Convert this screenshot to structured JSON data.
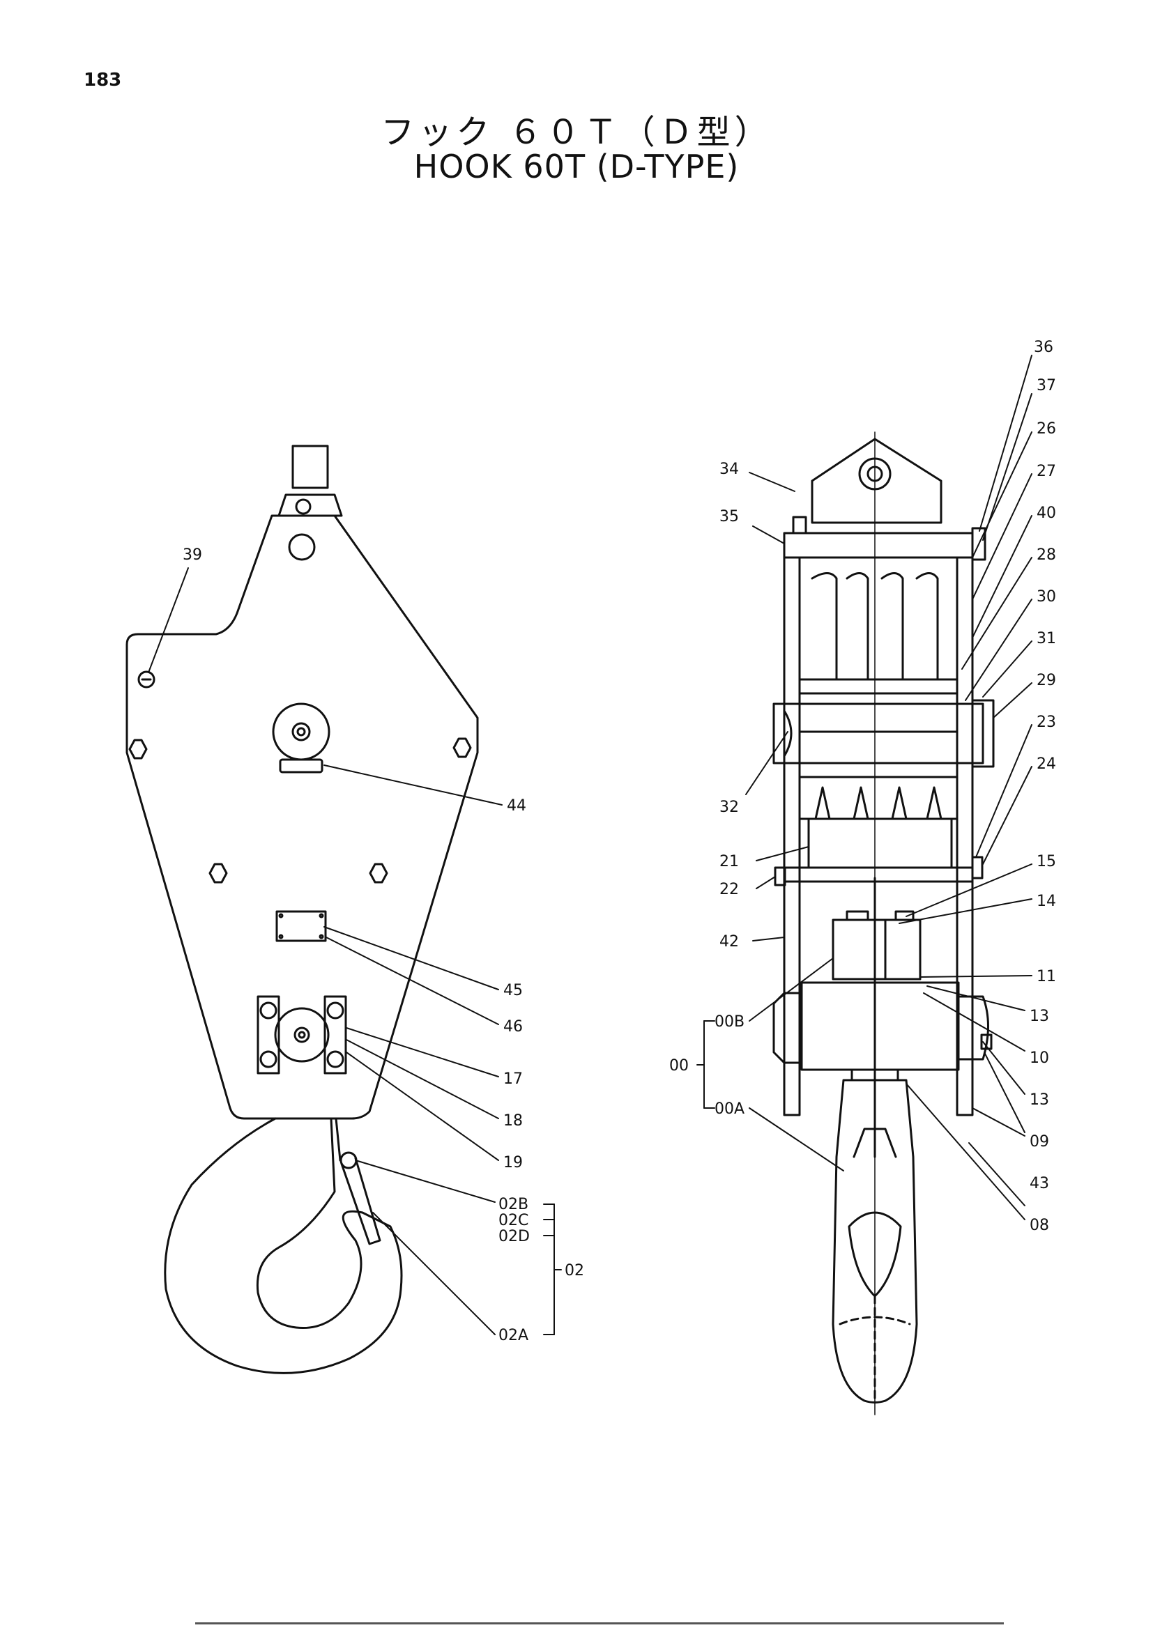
{
  "page": {
    "number": "183"
  },
  "title": {
    "japanese": "フック ６０Ｔ（Ｄ型）",
    "english": "HOOK 60T (D-TYPE)"
  },
  "front_view": {
    "callouts": [
      "39",
      "44",
      "45",
      "46",
      "17",
      "18",
      "19",
      "02B",
      "02C",
      "02D",
      "02A",
      "02"
    ]
  },
  "side_view": {
    "callouts": [
      "36",
      "37",
      "26",
      "27",
      "40",
      "28",
      "30",
      "31",
      "29",
      "23",
      "24",
      "15",
      "14",
      "11",
      "13",
      "10",
      "13",
      "09",
      "43",
      "08",
      "34",
      "35",
      "32",
      "21",
      "22",
      "42",
      "00B",
      "00",
      "00A"
    ]
  }
}
